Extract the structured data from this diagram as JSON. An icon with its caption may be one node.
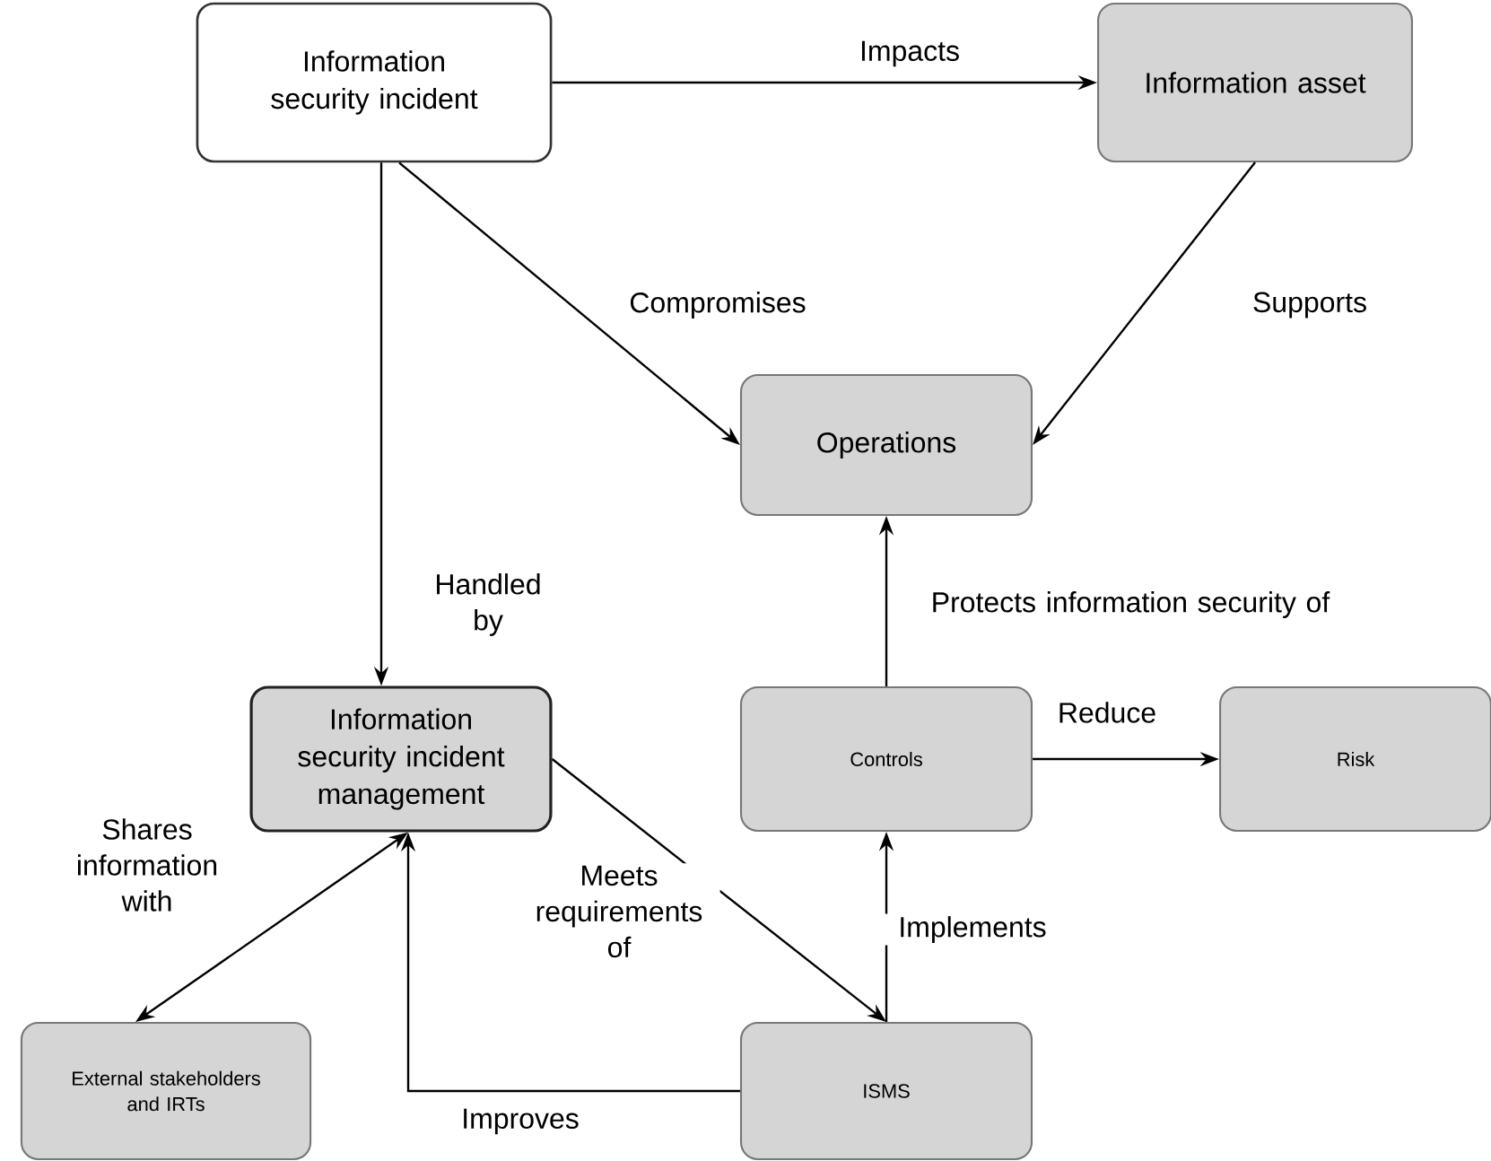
{
  "diagram": {
    "nodes": [
      {
        "text": [
          "Information security incident"
        ]
      },
      {
        "text": [
          "Information asset"
        ]
      },
      {
        "text": [
          "Operations"
        ]
      },
      {
        "text": [
          "Information security incident management"
        ]
      },
      {
        "text": [
          "Controls"
        ]
      },
      {
        "text": [
          "Risk"
        ]
      },
      {
        "text": [
          "External stakeholders and IRTs"
        ]
      },
      {
        "text": [
          "ISMS"
        ]
      }
    ],
    "edges": [
      {
        "from": 0,
        "to": 1,
        "arrow": "to",
        "label": "Impacts"
      },
      {
        "from": 0,
        "to": 2,
        "arrow": "to",
        "label": "Compromises"
      },
      {
        "from": 1,
        "to": 2,
        "arrow": "to",
        "label": "Supports"
      },
      {
        "from": 0,
        "to": 3,
        "arrow": "to",
        "label": "Handled by"
      },
      {
        "from": 4,
        "to": 2,
        "arrow": "to",
        "label": "Protects information security of"
      },
      {
        "from": 4,
        "to": 5,
        "arrow": "to",
        "label": "Reduce"
      },
      {
        "from": 3,
        "to": 6,
        "arrow": "both",
        "label": "Shares information with"
      },
      {
        "from": 3,
        "to": 7,
        "arrow": "to",
        "label": "Meets requirements of"
      },
      {
        "from": 7,
        "to": 4,
        "arrow": "to",
        "label": "Implements"
      },
      {
        "from": 7,
        "to": 3,
        "arrow": "to",
        "label": "Improves"
      }
    ]
  }
}
